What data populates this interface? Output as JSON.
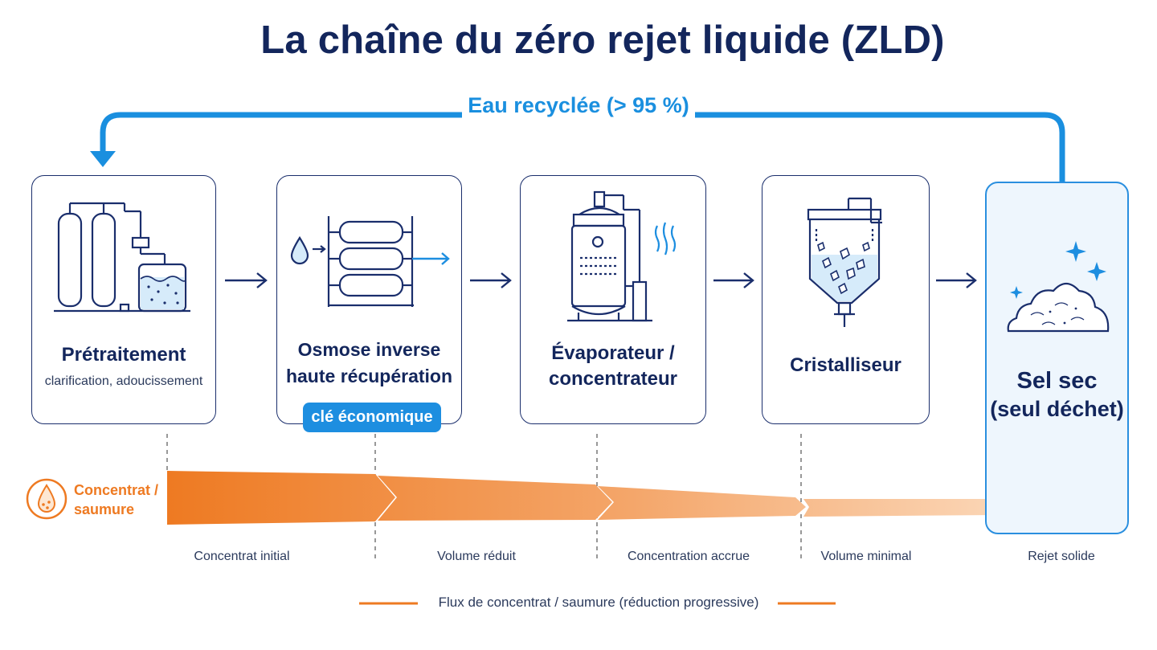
{
  "title": "La chaîne du zéro rejet liquide (ZLD)",
  "recycle": {
    "label": "Eau recyclée (> 95 %)",
    "color": "#1a8fdf"
  },
  "steps": [
    {
      "title": "Prétraitement",
      "subtitle": "clarification, adoucissement",
      "icon": "pretreatment-tanks-icon"
    },
    {
      "title_line1": "Osmose inverse",
      "title_line2": "haute récupération",
      "badge": "clé économique",
      "icon": "reverse-osmosis-membranes-icon"
    },
    {
      "title_line1": "Évaporateur /",
      "title_line2": "concentrateur",
      "icon": "evaporator-icon"
    },
    {
      "title": "Cristalliseur",
      "icon": "crystallizer-icon"
    },
    {
      "title_line1": "Sel sec",
      "title_line2": "(seul déchet)",
      "icon": "salt-pile-icon"
    }
  ],
  "brine": {
    "label_line1": "Concentrat /",
    "label_line2": "saumure",
    "color": "#ee7a22",
    "stages": [
      "Concentrat initial",
      "Volume réduit",
      "Concentration accrue",
      "Volume minimal",
      "Rejet solide"
    ]
  },
  "legend": {
    "label": "Flux de concentrat / saumure (réduction progressive)"
  },
  "colors": {
    "navy": "#13265c",
    "blue": "#1d8ee0",
    "orange": "#ee7a22"
  }
}
